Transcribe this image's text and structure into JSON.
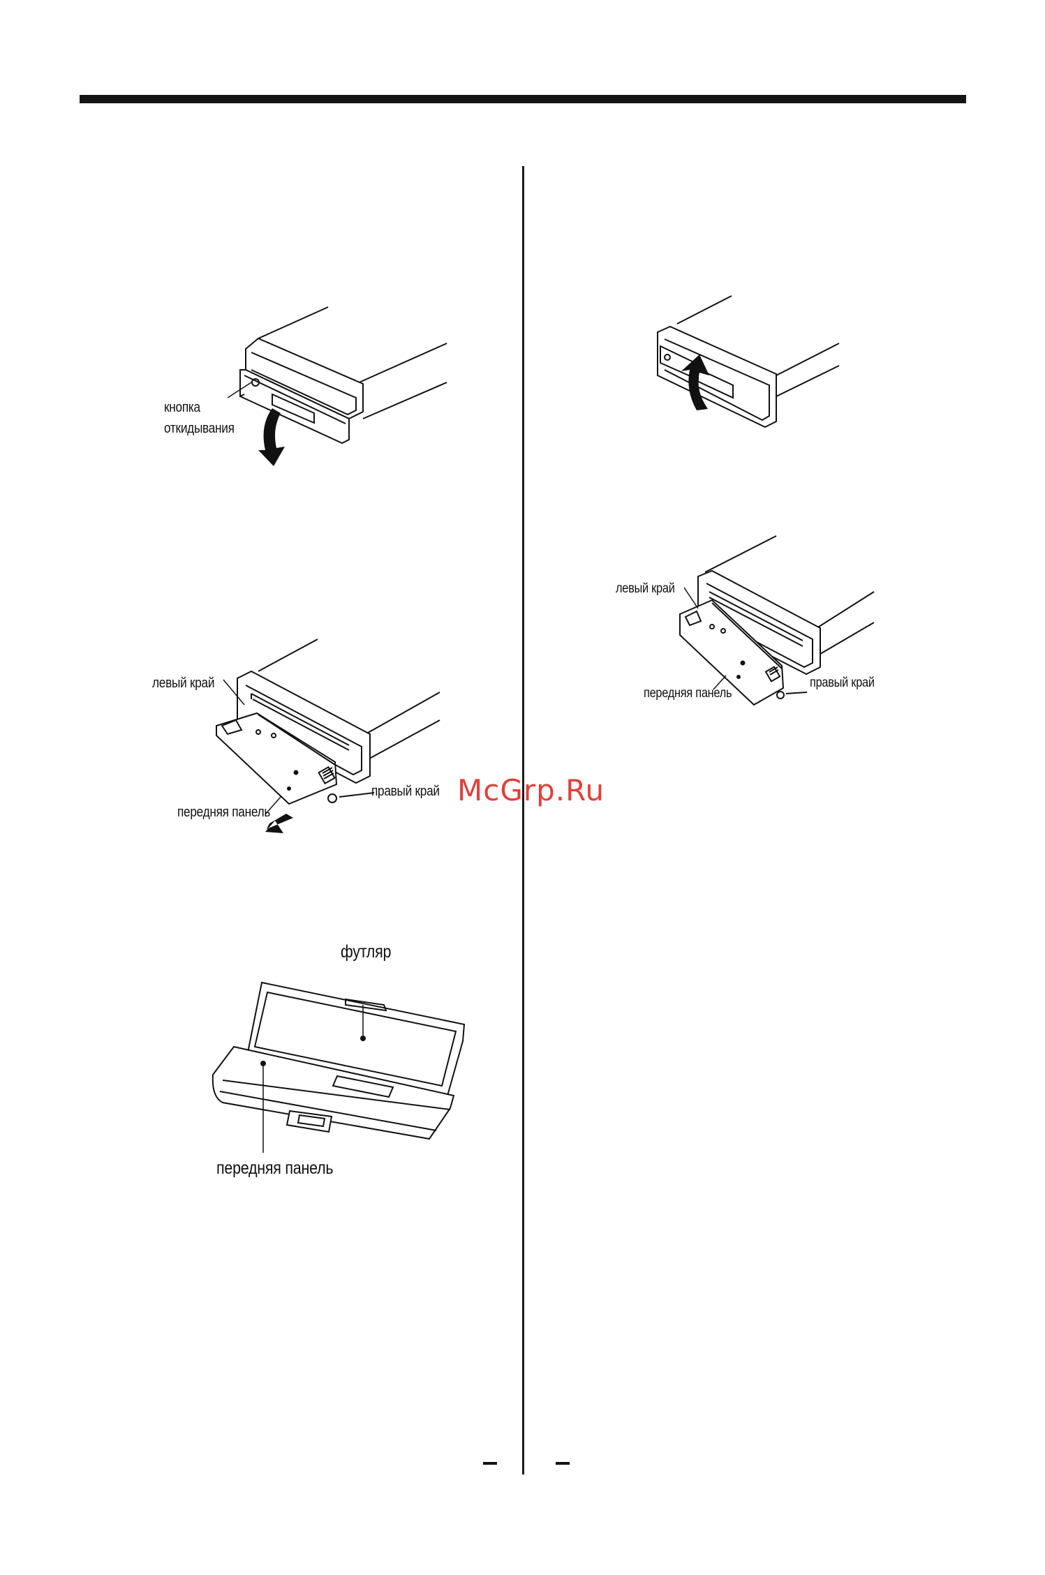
{
  "watermark": "McGrp.Ru",
  "figure1": {
    "release_button": "кнопка",
    "release_button_2": "откидывания"
  },
  "figure2": {
    "left_edge": "левый край",
    "right_edge": "правый край",
    "front_panel": "передняя панель"
  },
  "figure3": {
    "case": "футляр",
    "front_panel": "передняя панель"
  },
  "figure4": {},
  "figure5": {
    "left_edge": "левый край",
    "right_edge": "правый край",
    "front_panel": "передняя панель"
  }
}
